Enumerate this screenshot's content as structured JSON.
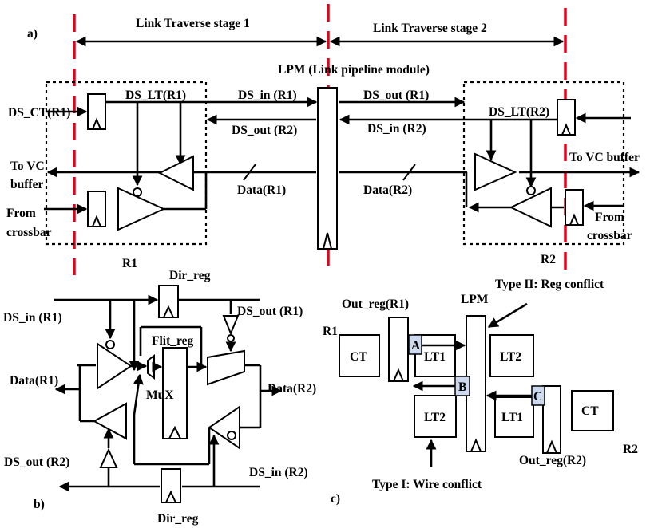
{
  "panel_a": {
    "tag": "a)",
    "stage1": "Link Traverse stage 1",
    "stage2": "Link Traverse stage 2",
    "lpm": "LPM (Link pipeline module)",
    "ds_ct_r1": "DS_CT(R1)",
    "ds_lt_r1": "DS_LT(R1)",
    "ds_in_r1": "DS_in (R1)",
    "ds_out_r2": "DS_out (R2)",
    "ds_out_r1": "DS_out (R1)",
    "ds_in_r2": "DS_in (R2)",
    "ds_lt_r2": "DS_LT(R2)",
    "to_vc_left_1": "To VC",
    "to_vc_left_2": "buffer",
    "to_vc_right": "To VC buffer",
    "data_r1": "Data(R1)",
    "data_r2": "Data(R2)",
    "from_left_1": "From",
    "from_left_2": "crossbar",
    "from_right_1": "From",
    "from_right_2": "crossbar",
    "r1": "R1",
    "r2": "R2"
  },
  "panel_b": {
    "tag": "b)",
    "dir_reg_top": "Dir_reg",
    "dir_reg_bottom": "Dir_reg",
    "ds_in_r1": "DS_in (R1)",
    "ds_out_r1": "DS_out (R1)",
    "flit_reg": "Flit_reg",
    "data_r1": "Data(R1)",
    "data_r2": "Data(R2)",
    "mux": "MuX",
    "ds_out_r2": "DS_out (R2)",
    "ds_in_r2": "DS_in (R2)"
  },
  "panel_c": {
    "tag": "c)",
    "type2": "Type II: Reg conflict",
    "out_reg_r1": "Out_reg(R1)",
    "lpm": "LPM",
    "r1": "R1",
    "ct_left": "CT",
    "marker_a": "A",
    "lt1_top": "LT1",
    "lt2_top": "LT2",
    "marker_b": "B",
    "lt2_bottom": "LT2",
    "marker_c": "C",
    "lt1_bottom": "LT1",
    "ct_right": "CT",
    "r2": "R2",
    "out_reg_r2": "Out_reg(R2)",
    "type1": "Type I: Wire conflict"
  },
  "colors": {
    "stage_divider": "#e3001b",
    "marker_fill": "#ccd9ee",
    "ink": "#000000"
  }
}
